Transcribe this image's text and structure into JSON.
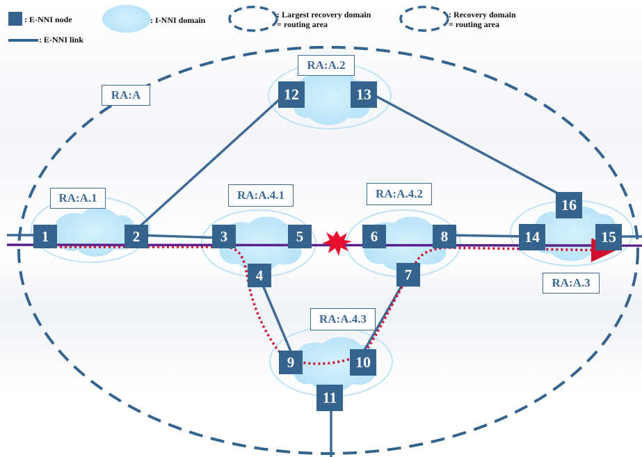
{
  "legend": {
    "enni_node": ": E-NNI node",
    "inni_domain": ": I-NNI domain",
    "enni_link": ": E-NNI link",
    "largest_recovery_line1": ": Largest recovery domain",
    "largest_recovery_line2": "= routing area",
    "recovery_line1": ": Recovery domain",
    "recovery_line2": "= routing area"
  },
  "routing_areas": {
    "ra_a": "RA:A",
    "ra_a1": "RA:A.1",
    "ra_a2": "RA:A.2",
    "ra_a3": "RA:A.3",
    "ra_a41": "RA:A.4.1",
    "ra_a42": "RA:A.4.2",
    "ra_a43": "RA:A.4.3"
  },
  "nodes": {
    "n1": "1",
    "n2": "2",
    "n3": "3",
    "n4": "4",
    "n5": "5",
    "n6": "6",
    "n7": "7",
    "n8": "8",
    "n9": "9",
    "n10": "10",
    "n11": "11",
    "n12": "12",
    "n13": "13",
    "n14": "14",
    "n15": "15",
    "n16": "16"
  },
  "colors": {
    "node_fill": "#34638e",
    "link": "#3e6a93",
    "cloud": "#c9ebfb",
    "working_path": "#5a1f8f",
    "recovery_path": "#d0102e",
    "failure": "#e8102e"
  }
}
